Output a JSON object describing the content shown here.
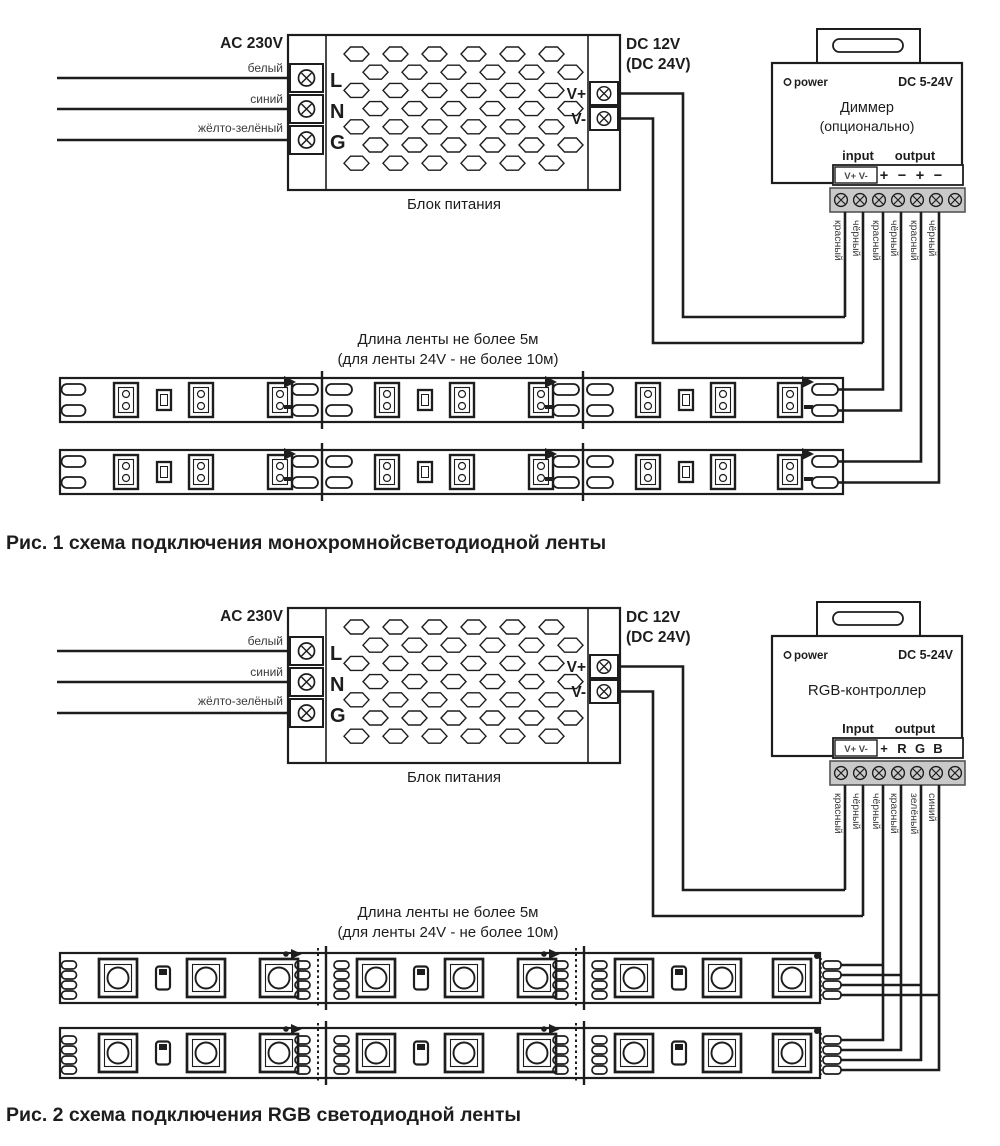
{
  "colors": {
    "line": "#1d1d1d",
    "label": "#3a3a3a",
    "background": "#ffffff"
  },
  "fig1": {
    "ac_voltage": "AC 230V",
    "dc_voltage_line1": "DC 12V",
    "dc_voltage_line2": "(DC 24V)",
    "input_wire_labels": [
      "белый",
      "синий",
      "жёлто-зелёный"
    ],
    "psu_terminals": [
      "L",
      "N",
      "G"
    ],
    "psu_outputs": [
      "V+",
      "V-"
    ],
    "psu_name": "Блок питания",
    "device": {
      "power_led_label": "power",
      "voltage_range": "DC 5-24V",
      "name_line1": "Диммер",
      "name_line2": "(опционально)",
      "input_label": "input",
      "output_label": "output",
      "input_terminals": "V+ V-",
      "output_terminals": [
        "+",
        "−",
        "+",
        "−"
      ],
      "wire_labels": [
        "красный",
        "чёрный",
        "красный",
        "чёрный",
        "красный",
        "чёрный"
      ]
    },
    "strip_note_line1": "Длина ленты не более 5м",
    "strip_note_line2": "(для ленты 24V - не более 10м)",
    "caption": "Рис. 1 схема подключения монохромнойсветодиодной ленты"
  },
  "fig2": {
    "ac_voltage": "AC 230V",
    "dc_voltage_line1": "DC 12V",
    "dc_voltage_line2": "(DC 24V)",
    "input_wire_labels": [
      "белый",
      "синий",
      "жёлто-зелёный"
    ],
    "psu_terminals": [
      "L",
      "N",
      "G"
    ],
    "psu_outputs": [
      "V+",
      "V-"
    ],
    "psu_name": "Блок питания",
    "device": {
      "power_led_label": "power",
      "voltage_range": "DC 5-24V",
      "name_line1": "RGB-контроллер",
      "input_label": "Input",
      "output_label": "output",
      "input_terminals": "V+ V-",
      "output_terminals": [
        "+",
        "R",
        "G",
        "B"
      ],
      "wire_labels": [
        "красный",
        "чёрный",
        "чёрный",
        "красный",
        "зелёный",
        "синий"
      ]
    },
    "strip_note_line1": "Длина ленты не более 5м",
    "strip_note_line2": "(для ленты 24V - не более 10м)",
    "caption": "Рис. 2 схема подключения RGB светодиодной ленты"
  }
}
